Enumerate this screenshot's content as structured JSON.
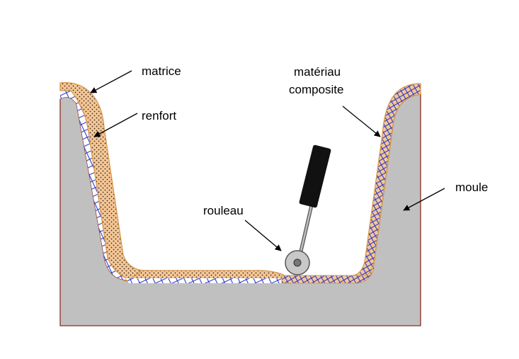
{
  "labels": {
    "matrice": "matrice",
    "renfort": "renfort",
    "materiau_line1": "matériau",
    "materiau_line2": "composite",
    "rouleau": "rouleau",
    "moule": "moule"
  },
  "colors": {
    "mold": "#c0c0c0",
    "mold_outline": "#8b2e1f",
    "matrix": "#f5c797",
    "matrix_outline": "#d99a4f",
    "fiber": "#1f33c8",
    "roller_body": "#111111",
    "roller_wheel": "#c8c8c8",
    "arrow": "#000000"
  }
}
